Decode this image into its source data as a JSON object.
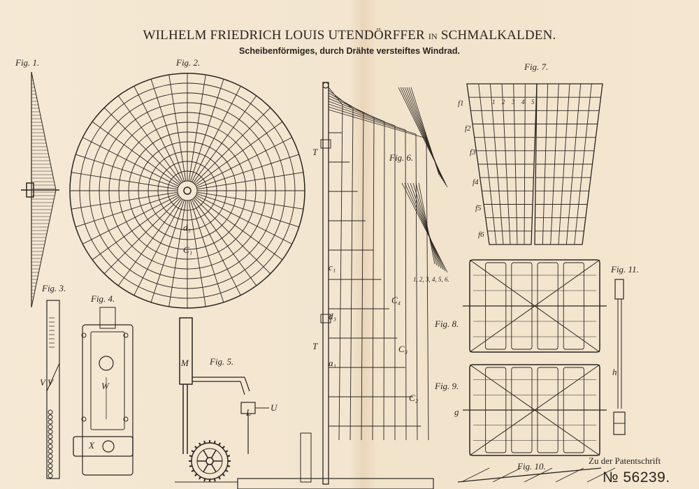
{
  "header": {
    "inventor": "WILHELM FRIEDRICH LOUIS UTENDÖRFFER",
    "connector": "IN",
    "place": "SCHMALKALDEN.",
    "subtitle": "Scheibenförmiges, durch Drähte versteiftes Windrad."
  },
  "figures": [
    "Fig. 1.",
    "Fig. 2.",
    "Fig. 3.",
    "Fig. 4.",
    "Fig. 5.",
    "Fig. 6.",
    "Fig. 7.",
    "Fig. 8.",
    "Fig. 9.",
    "Fig. 10.",
    "Fig. 11."
  ],
  "letters": {
    "T_top": "T",
    "T_bottom": "T",
    "c1": "c₁",
    "d1": "d₁",
    "d3": "d₃",
    "a1": "a₁",
    "C1": "C₁",
    "C2": "C₂",
    "C3": "C₃",
    "C4": "C₄",
    "W": "W",
    "X": "X",
    "VV": "V V",
    "M": "M",
    "U": "U",
    "L": "L",
    "h": "h",
    "g": "g"
  },
  "fig6_numbers": "1, 2, 3, 4, 5, 6.",
  "fig7_numbers": [
    "1",
    "2",
    "3",
    "4",
    "5"
  ],
  "fig7_labels": [
    "f1",
    "f2",
    "f3",
    "f4",
    "f5",
    "f6"
  ],
  "footer": {
    "note": "Zu der Patentschrift",
    "patent_number": "№ 56239."
  },
  "colors": {
    "paper": "#f4e7d2",
    "ink": "#2a2420"
  }
}
